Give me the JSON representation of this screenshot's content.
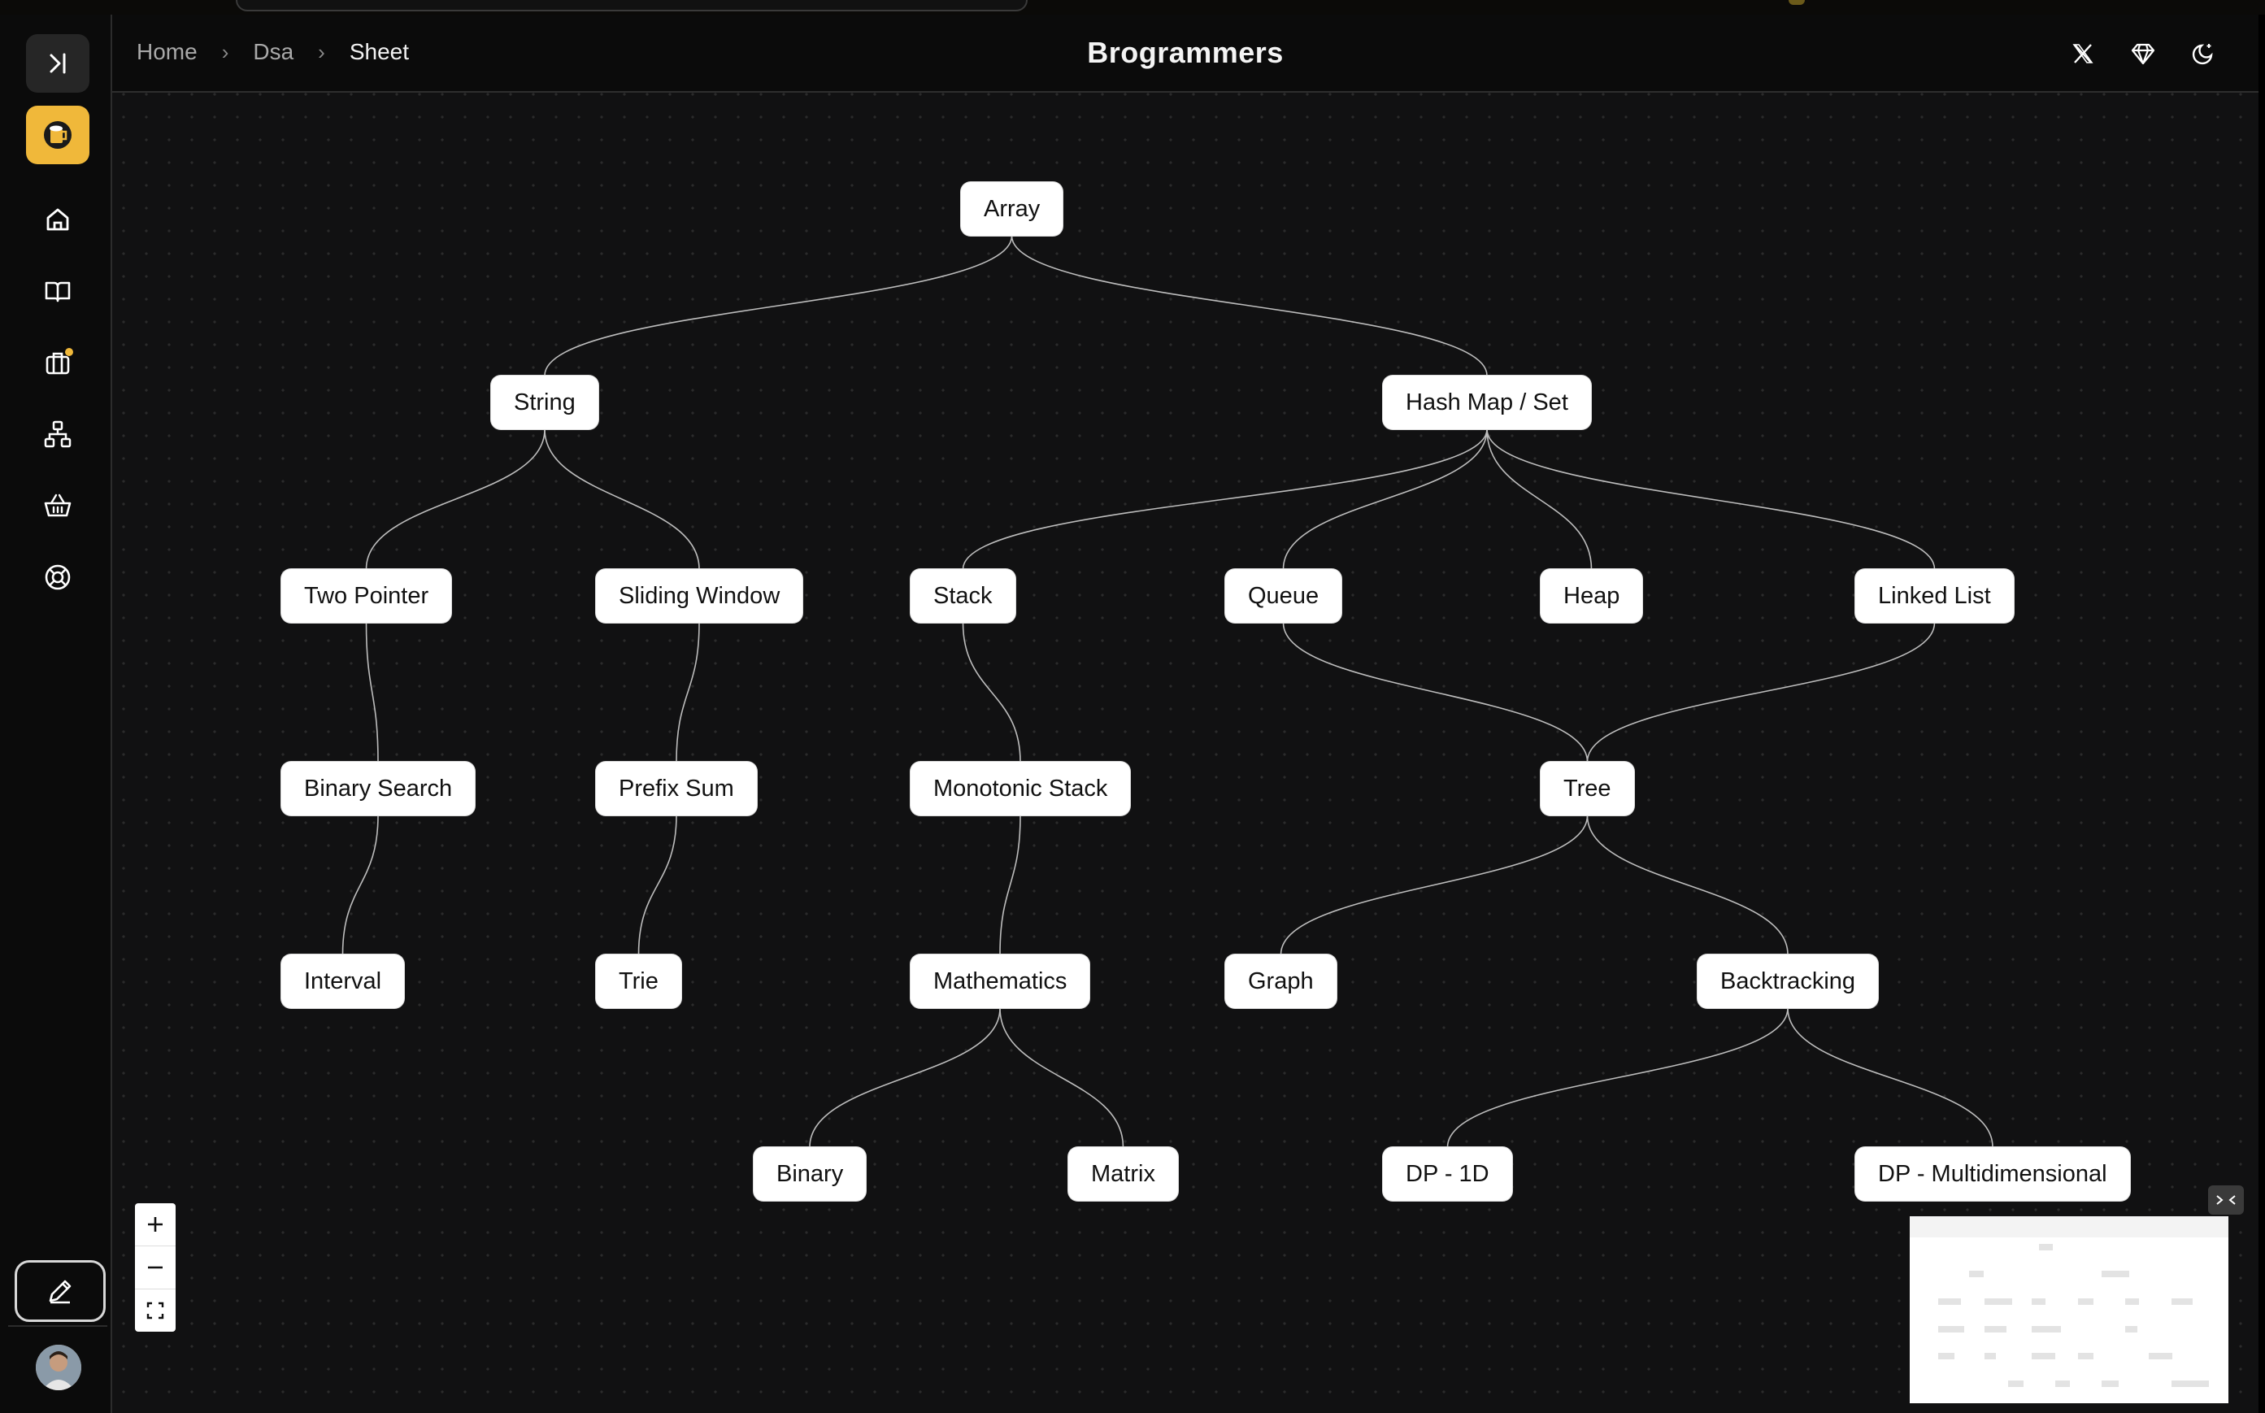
{
  "breadcrumb": [
    "Home",
    "Dsa",
    "Sheet"
  ],
  "app_title": "Brogrammers",
  "header_icons": [
    "x-logo-icon",
    "diamond-icon",
    "theme-toggle-icon"
  ],
  "sidebar": {
    "items": [
      "expand-icon",
      "logo-icon",
      "home-icon",
      "book-icon",
      "briefcase-icon",
      "sitemap-icon",
      "basket-icon",
      "lifebuoy-icon",
      "edit-icon"
    ],
    "briefcase_badge_color": "#f0b83a"
  },
  "colors": {
    "accent": "#f0b83a",
    "node_bg": "#ffffff",
    "canvas_bg": "#111112",
    "edge": "#bdbdbd"
  },
  "roadmap": {
    "nodes": [
      {
        "id": "array",
        "label": "Array"
      },
      {
        "id": "string",
        "label": "String"
      },
      {
        "id": "hashmap",
        "label": "Hash Map / Set"
      },
      {
        "id": "twopointer",
        "label": "Two Pointer"
      },
      {
        "id": "sliding",
        "label": "Sliding Window"
      },
      {
        "id": "stack",
        "label": "Stack"
      },
      {
        "id": "queue",
        "label": "Queue"
      },
      {
        "id": "heap",
        "label": "Heap"
      },
      {
        "id": "linkedlist",
        "label": "Linked List"
      },
      {
        "id": "binarysearch",
        "label": "Binary Search"
      },
      {
        "id": "prefix",
        "label": "Prefix Sum"
      },
      {
        "id": "monotonic",
        "label": "Monotonic Stack"
      },
      {
        "id": "tree",
        "label": "Tree"
      },
      {
        "id": "interval",
        "label": "Interval"
      },
      {
        "id": "trie",
        "label": "Trie"
      },
      {
        "id": "math",
        "label": "Mathematics"
      },
      {
        "id": "graph",
        "label": "Graph"
      },
      {
        "id": "backtracking",
        "label": "Backtracking"
      },
      {
        "id": "binary",
        "label": "Binary"
      },
      {
        "id": "matrix",
        "label": "Matrix"
      },
      {
        "id": "dp1d",
        "label": "DP - 1D"
      },
      {
        "id": "dpmulti",
        "label": "DP - Multidimensional"
      }
    ],
    "edges": [
      [
        "array",
        "string"
      ],
      [
        "array",
        "hashmap"
      ],
      [
        "string",
        "twopointer"
      ],
      [
        "string",
        "sliding"
      ],
      [
        "hashmap",
        "stack"
      ],
      [
        "hashmap",
        "queue"
      ],
      [
        "hashmap",
        "heap"
      ],
      [
        "hashmap",
        "linkedlist"
      ],
      [
        "twopointer",
        "binarysearch"
      ],
      [
        "sliding",
        "prefix"
      ],
      [
        "stack",
        "monotonic"
      ],
      [
        "queue",
        "tree"
      ],
      [
        "linkedlist",
        "tree"
      ],
      [
        "binarysearch",
        "interval"
      ],
      [
        "prefix",
        "trie"
      ],
      [
        "monotonic",
        "math"
      ],
      [
        "tree",
        "graph"
      ],
      [
        "tree",
        "backtracking"
      ],
      [
        "math",
        "binary"
      ],
      [
        "math",
        "matrix"
      ],
      [
        "backtracking",
        "dp1d"
      ],
      [
        "backtracking",
        "dpmulti"
      ]
    ]
  },
  "zoom_controls": [
    "zoom-in-icon",
    "zoom-out-icon",
    "fit-view-icon"
  ]
}
